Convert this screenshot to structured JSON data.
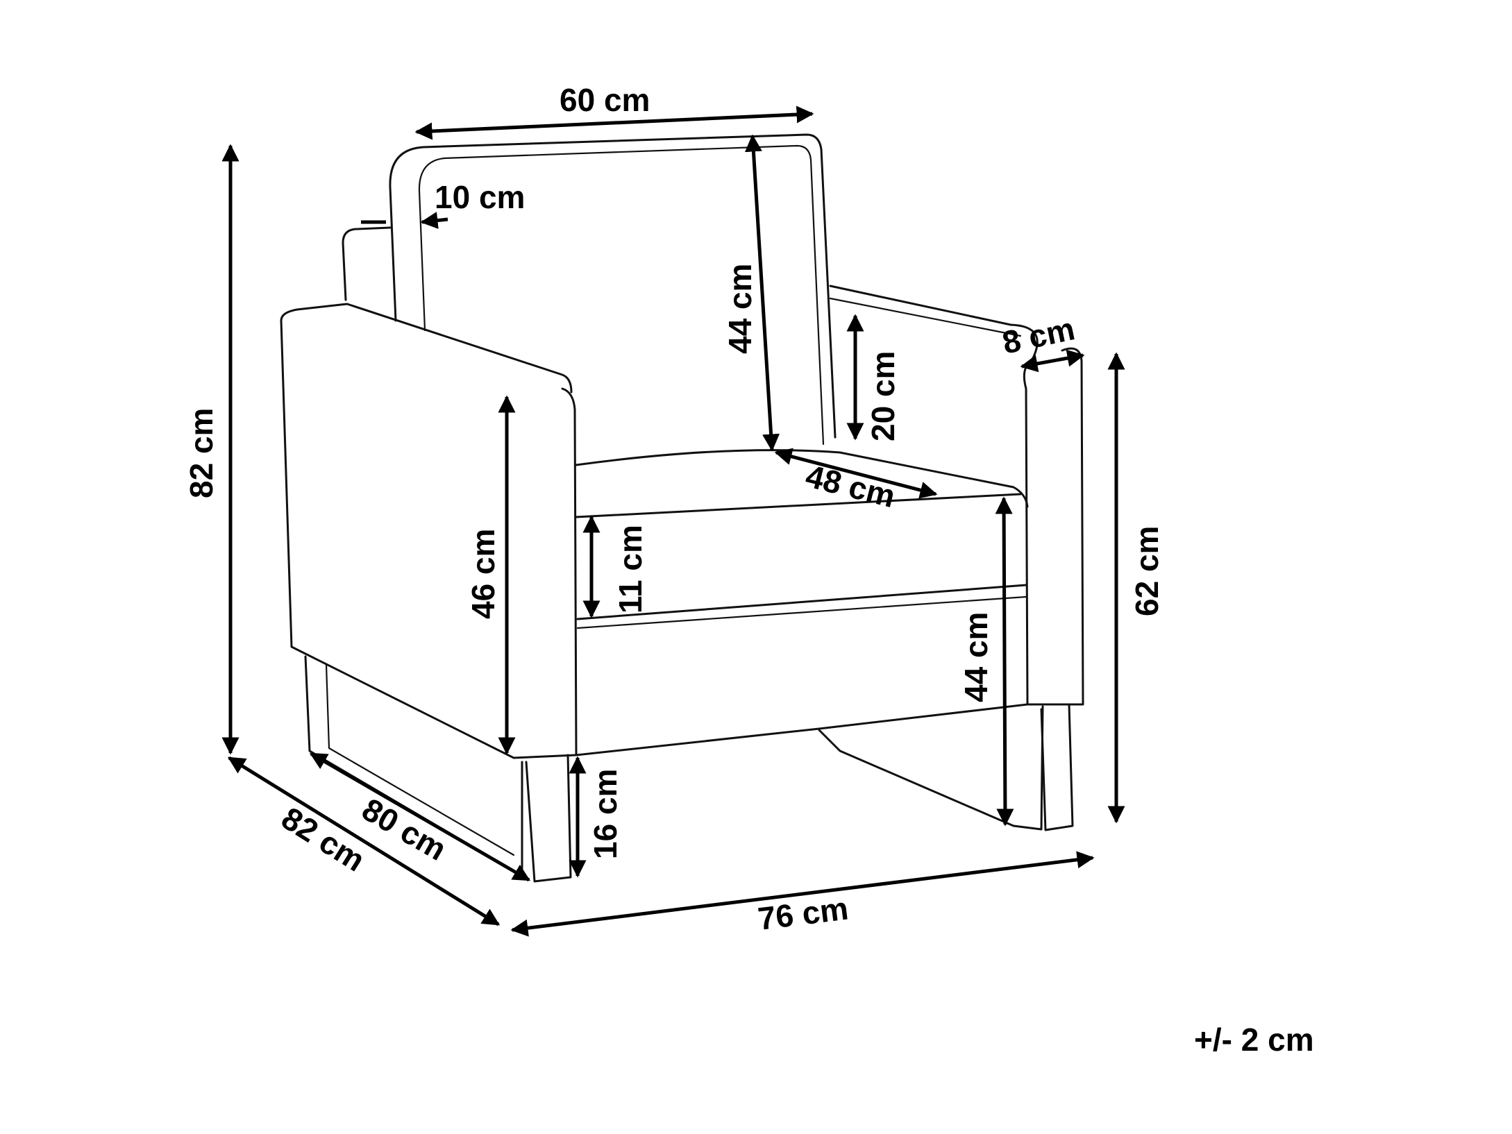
{
  "diagram": {
    "dimensions": {
      "back_width": "60 cm",
      "back_thickness": "10 cm",
      "back_height": "44 cm",
      "armrest_height": "20 cm",
      "armrest_width": "8 cm",
      "total_height": "82 cm",
      "side_height": "46 cm",
      "seat_depth": "48 cm",
      "cushion_height": "11 cm",
      "seat_height": "44 cm",
      "arm_height": "62 cm",
      "leg_height": "16 cm",
      "depth": "82 cm",
      "inner_depth": "80 cm",
      "width": "76 cm"
    },
    "tolerance": "+/- 2 cm"
  }
}
